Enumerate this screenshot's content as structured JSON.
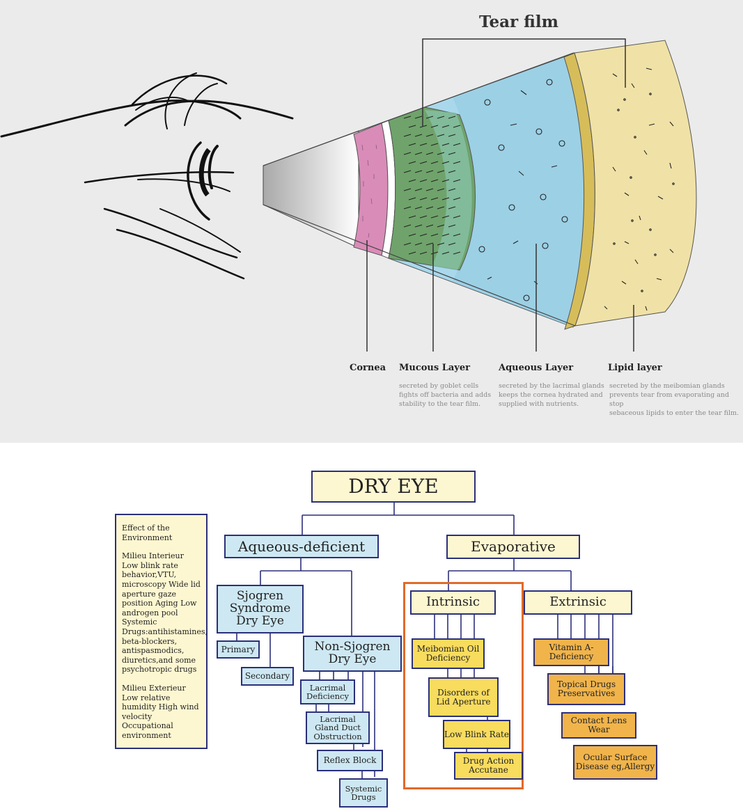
{
  "tear_film": {
    "title": "Tear film",
    "layers": [
      {
        "name": "Cornea",
        "description": ""
      },
      {
        "name": "Mucous Layer",
        "description": [
          "secreted by goblet cells",
          "fights off bacteria and adds",
          "stability to the tear film."
        ]
      },
      {
        "name": "Aqueous Layer",
        "description": [
          "secreted by the lacrimal glands",
          "keeps the cornea hydrated and",
          "supplied with nutrients."
        ]
      },
      {
        "name": "Lipid layer",
        "description": [
          "secreted by the meibomian glands",
          "prevents tear from evaporating and stop",
          "sebaceous lipids to enter the tear film."
        ]
      }
    ],
    "colors": {
      "background": "#ebebeb",
      "cornea": "#d98cb8",
      "mucous": "#6fa36b",
      "aqueous": "#a9d8ec",
      "lipid": "#f0e1a6",
      "lipid_rim": "#d6bd5a"
    }
  },
  "dry_eye": {
    "title": "DRY EYE",
    "environment": {
      "paragraphs": [
        "Effect of the Environment",
        "Milieu Interieur Low blink rate behavior,VTU, microscopy Wide lid aperture gaze position Aging Low androgen pool Systemic Drugs:antihistamines, beta-blockers, antispasmodics, diuretics,and some psychotropic drugs",
        "Milieu Exterieur Low relative humidity High wind velocity Occupational environment"
      ]
    },
    "aqueous_deficient": {
      "label": "Aqueous-deficient",
      "sjogren": {
        "label": "Sjogren Syndrome Dry Eye",
        "children": [
          "Primary",
          "Secondary"
        ]
      },
      "non_sjogren": {
        "label": "Non-Sjogren Dry Eye",
        "children": [
          "Lacrimal Deficiency",
          "Lacrimal Gland Duct Obstruction",
          "Reflex Block",
          "Systemic Drugs"
        ]
      }
    },
    "evaporative": {
      "label": "Evaporative",
      "intrinsic": {
        "label": "Intrinsic",
        "children": [
          "Meibomian Oil Deficiency",
          "Disorders of Lid Aperture",
          "Low Blink Rate",
          "Drug Action Accutane"
        ]
      },
      "extrinsic": {
        "label": "Extrinsic",
        "children": [
          "Vitamin A-Deficiency",
          "Topical Drugs Preservatives",
          "Contact Lens Wear",
          "Ocular Surface Disease eg,Allergy"
        ]
      }
    },
    "colors": {
      "line": "#2b2f7a",
      "yellow": "#fdf7d1",
      "blue": "#cde8f3",
      "gold": "#f8dc5e",
      "orange": "#f1b44b",
      "highlight": "#e06a2a"
    }
  }
}
